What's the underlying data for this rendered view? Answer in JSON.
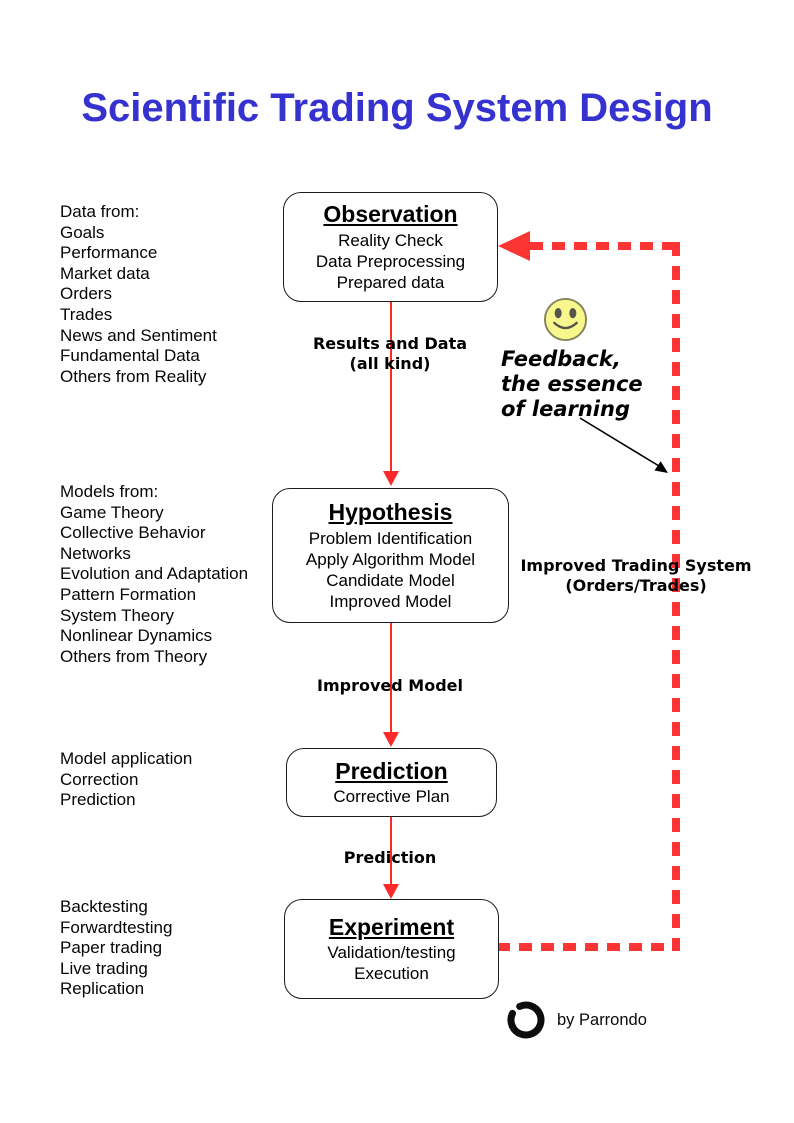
{
  "title": "Scientific Trading System Design",
  "colors": {
    "title_blue": "#3632cf",
    "arrow_red": "#fb2a2a",
    "dash_red": "#fb3434",
    "smiley_fill": "#f7f78e"
  },
  "side_lists": [
    [
      "Data from:",
      "Goals",
      "Performance",
      "Market data",
      "Orders",
      "Trades",
      "News and Sentiment",
      "Fundamental Data",
      "Others from Reality"
    ],
    [
      "Models from:",
      "Game Theory",
      "Collective Behavior",
      "Networks",
      "Evolution and Adaptation",
      "Pattern Formation",
      "System Theory",
      "Nonlinear Dynamics",
      "Others from Theory"
    ],
    [
      "Model application",
      "Correction",
      "Prediction"
    ],
    [
      "Backtesting",
      "Forwardtesting",
      "Paper trading",
      "Live trading",
      "Replication"
    ]
  ],
  "boxes": [
    {
      "title": "Observation",
      "lines": [
        "Reality Check",
        "Data Preprocessing",
        "Prepared data"
      ]
    },
    {
      "title": "Hypothesis",
      "lines": [
        "Problem Identification",
        "Apply Algorithm Model",
        "Candidate Model",
        "Improved Model"
      ]
    },
    {
      "title": "Prediction",
      "lines": [
        "Corrective Plan"
      ]
    },
    {
      "title": "Experiment",
      "lines": [
        "Validation/testing",
        "Execution"
      ]
    }
  ],
  "arrow_labels": {
    "results": {
      "line1": "Results and Data",
      "line2": "(all kind)"
    },
    "improved_model": "Improved Model",
    "prediction": "Prediction"
  },
  "feedback_note": {
    "line1": "Feedback,",
    "line2": "the essence",
    "line3": "of learning"
  },
  "improved_system": {
    "line1": "Improved Trading System",
    "line2": "(Orders/Trades)"
  },
  "credit": "by Parrondo",
  "icons": {
    "smiley": "smiley-face",
    "enso": "enso-brush-circle",
    "dash_arrowhead": "left-arrowhead",
    "black_arrow": "pointer-arrow"
  }
}
